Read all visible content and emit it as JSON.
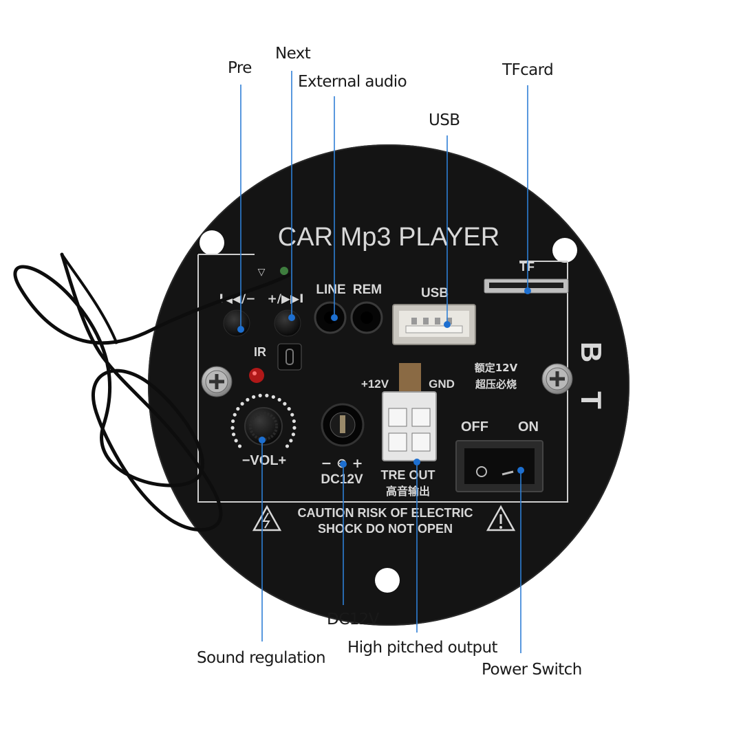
{
  "panel": {
    "title": "CAR Mp3 PLAYER",
    "controls": {
      "prev_label": "I◀◀/−",
      "next_label": "+/▶▶I",
      "ir_label": "IR",
      "line_label": "LINE",
      "rem_label": "REM",
      "usb_label": "USB",
      "tf_label": "TF",
      "plus12v_label": "+12V",
      "gnd_label": "GND",
      "rating_line1": "额定12V",
      "rating_line2": "超压必烧",
      "bt_b": "B",
      "bt_t": "T",
      "vol_label": "−VOL+",
      "polarity_label": "− ⊖ +",
      "dc_label": "DC12V",
      "tre_label": "TRE OUT",
      "tre_cn_label": "高音输出",
      "off_label": "OFF",
      "on_label": "ON"
    },
    "caution_line1": "CAUTION RISK OF ELECTRIC",
    "caution_line2": "SHOCK DO NOT OPEN"
  },
  "callouts": {
    "pre": "Pre",
    "next": "Next",
    "external_audio": "External audio",
    "tfcard": "TFcard",
    "usb": "USB",
    "dc12v": "DC12V",
    "sound_regulation": "Sound regulation",
    "high_pitched_output": "High pitched output",
    "power_switch": "Power Switch"
  },
  "colors": {
    "leader_line": "#2e7fd6",
    "leader_dot": "#1d6fd0",
    "panel": "#121212",
    "panel_text": "#d8d8d8"
  }
}
